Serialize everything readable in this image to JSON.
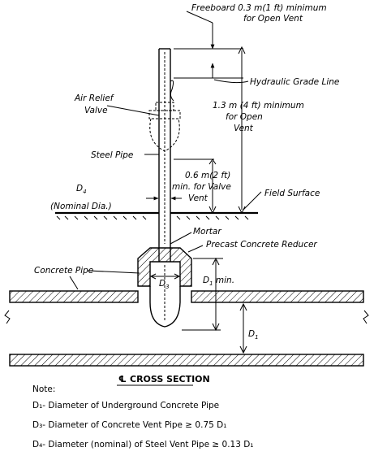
{
  "labels": {
    "freeboard": "Freeboard 0.3 m(1 ft) minimum",
    "freeboard_2": "for Open Vent",
    "hgl": "Hydraulic Grade Line",
    "air_relief": "Air Relief",
    "air_relief_2": "Valve",
    "min13": "1.3 m (4 ft) minimum",
    "min13_2": "for Open",
    "min13_3": "Vent",
    "steel_pipe": "Steel Pipe",
    "min06": "0.6 m(2 ft)",
    "min06_2": "min. for Valve",
    "min06_3": "Vent",
    "d4": "D",
    "d4_sub": "4",
    "nominal": "(Nominal Dia.)",
    "field_surface": "Field Surface",
    "mortar": "Mortar",
    "reducer": "Precast Concrete Reducer",
    "concrete_pipe": "Concrete Pipe",
    "d3": "D",
    "d3_sub": "3",
    "d1min": "D",
    "d1min_sub": "1",
    "d1min_tail": " min.",
    "d1": "D",
    "d1_sub": "1"
  },
  "title": "CROSS SECTION",
  "title_mark": "℄",
  "notes": {
    "heading": "Note:",
    "lines": [
      "D₁- Diameter of Underground Concrete Pipe",
      "D₃- Diameter of Concrete Vent Pipe ≥ 0.75 D₁",
      "D₄- Diameter (nominal) of Steel Vent Pipe ≥ 0.13 D₁"
    ]
  }
}
